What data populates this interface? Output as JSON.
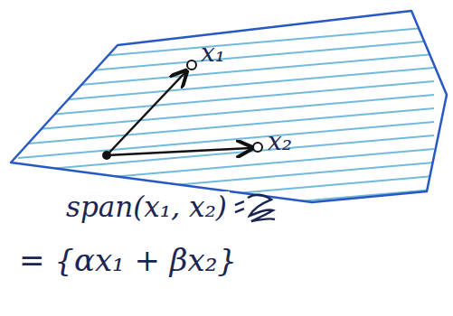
{
  "diagram": {
    "labels": [
      "x₁",
      "x₂",
      "span(x₁, x₂)",
      "= {αx₁ + βx₂}"
    ]
  }
}
